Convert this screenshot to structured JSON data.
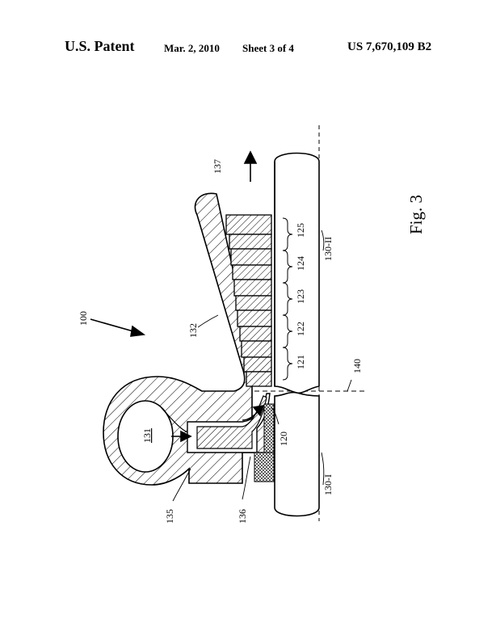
{
  "header": {
    "left": "U.S. Patent",
    "date": "Mar. 2, 2010",
    "sheet": "Sheet 3 of 4",
    "number": "US 7,670,109 B2"
  },
  "figure": {
    "caption": "Fig. 3",
    "labels": {
      "l100": "100",
      "l131": "131",
      "l132": "132",
      "l135": "135",
      "l136": "136",
      "l137": "137",
      "l120": "120",
      "l121": "121",
      "l122": "122",
      "l123": "123",
      "l124": "124",
      "l125": "125",
      "l130I": "130-I",
      "l130II": "130-II",
      "l140": "140"
    }
  }
}
